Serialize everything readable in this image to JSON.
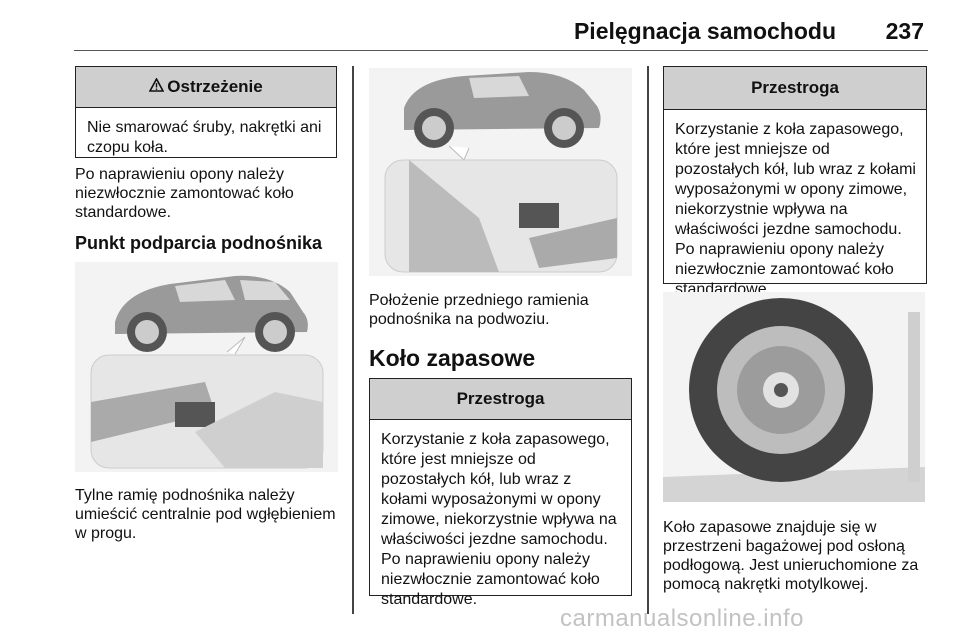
{
  "header": {
    "title": "Pielęgnacja samochodu",
    "page_number": "237"
  },
  "warning_box": {
    "icon": "warning-triangle-icon",
    "title": "Ostrzeżenie",
    "text": "Nie smarować śruby, nakrętki ani czopu koła."
  },
  "col1": {
    "para1": "Po naprawieniu opony należy niezwłocznie zamontować koło standardowe.",
    "subheading": "Punkt podparcia podnośnika",
    "figure_caption": "Tylne ramię podnośnika należy umieścić centralnie pod wgłębieniem w progu."
  },
  "col2": {
    "figure_caption": "Położenie przedniego ramienia podnośnika na podwoziu.",
    "heading": "Koło zapasowe",
    "caution_title": "Przestroga",
    "caution_text": "Korzystanie z koła zapasowego, które jest mniejsze od pozostałych kół, lub wraz z kołami wyposażonymi w opony zimowe, niekorzystnie wpływa na właściwości jezdne samochodu. Po naprawieniu opony należy niezwłocznie zamontować koło standardowe."
  },
  "col3": {
    "caution_title": "Przestroga",
    "caution_text": "Korzystanie z koła zapasowego, które jest mniejsze od pozostałych kół, lub wraz z kołami wyposażonymi w opony zimowe, niekorzystnie wpływa na właściwości jezdne samochodu. Po naprawieniu opony należy niezwłocznie zamontować koło standardowe.",
    "figure_caption": "Koło zapasowe znajduje się w przestrzeni bagażowej pod osłoną podłogową. Jest unieruchomione za pomocą nakrętki motylkowej."
  },
  "watermark": "carmanualsonline.info"
}
